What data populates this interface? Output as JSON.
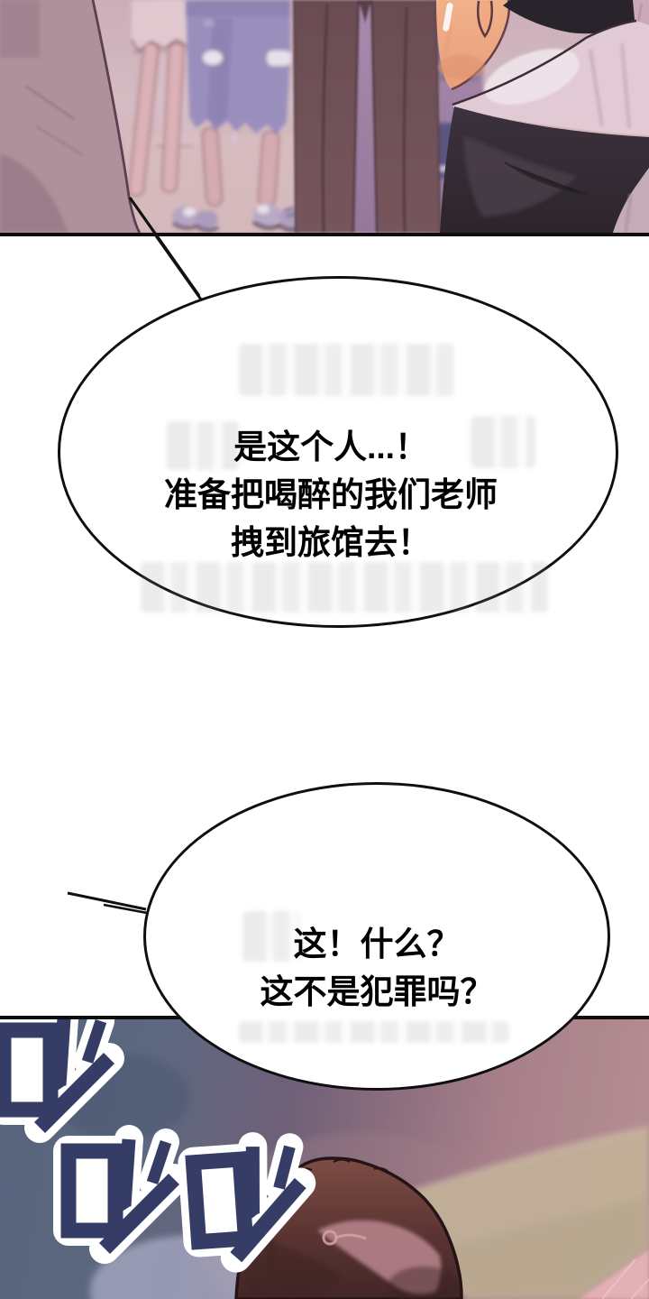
{
  "page": {
    "kind": "webtoon comic page",
    "language": "zh"
  },
  "speech": {
    "bubble1": {
      "lines": [
        "是这个人...！",
        "准备把喝醉的我们老师",
        "拽到旅馆去！"
      ]
    },
    "bubble2": {
      "lines": [
        "这！什么？",
        "这不是犯罪吗？"
      ]
    }
  },
  "sfx": {
    "text": "吵吵"
  },
  "colors": {
    "ink": "#0f0f0f",
    "paper": "#ffffff",
    "sfx_fill": "#353c66",
    "sfx_outline": "#ffffff",
    "panel_bottom_left": "#57637c",
    "panel_bottom_right": "#b38d92",
    "wall_band": "#c2b098",
    "floor_pink": "#e3b0b5",
    "hair_brown": "#6b4038"
  }
}
